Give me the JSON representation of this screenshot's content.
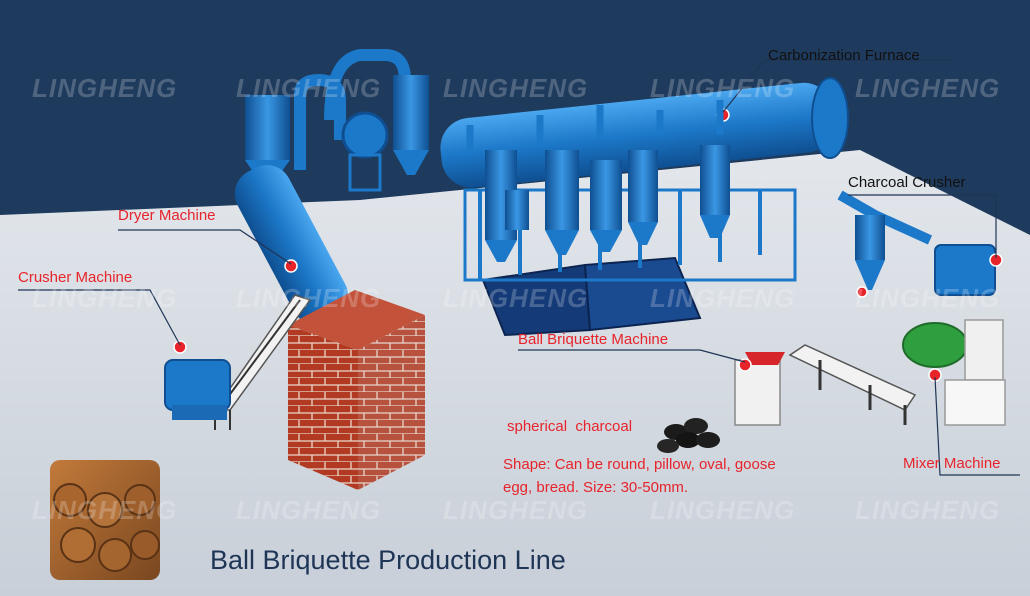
{
  "labels": {
    "carbonization_furnace": "Carbonization Furnace",
    "charcoal_crusher": "Charcoal Crusher",
    "dryer_machine": "Dryer Machine",
    "crusher_machine": "Crusher Machine",
    "ball_briquette_machine": "Ball Briquette Machine",
    "spherical_charcoal": "spherical  charcoal",
    "mixer_machine": "Mixer Machine"
  },
  "description": "Shape: Can be round, pillow, oval, goose egg, bread. Size: 30-50mm.",
  "title": "Ball Briquette Production Line",
  "watermark": "LINGHENG",
  "colors": {
    "background": "#1e3a5c",
    "floor": "#d4dae2",
    "machine_blue": "#1c78c8",
    "label_red": "#e8232a",
    "brick": "#b33a22",
    "title": "#1f3556"
  }
}
